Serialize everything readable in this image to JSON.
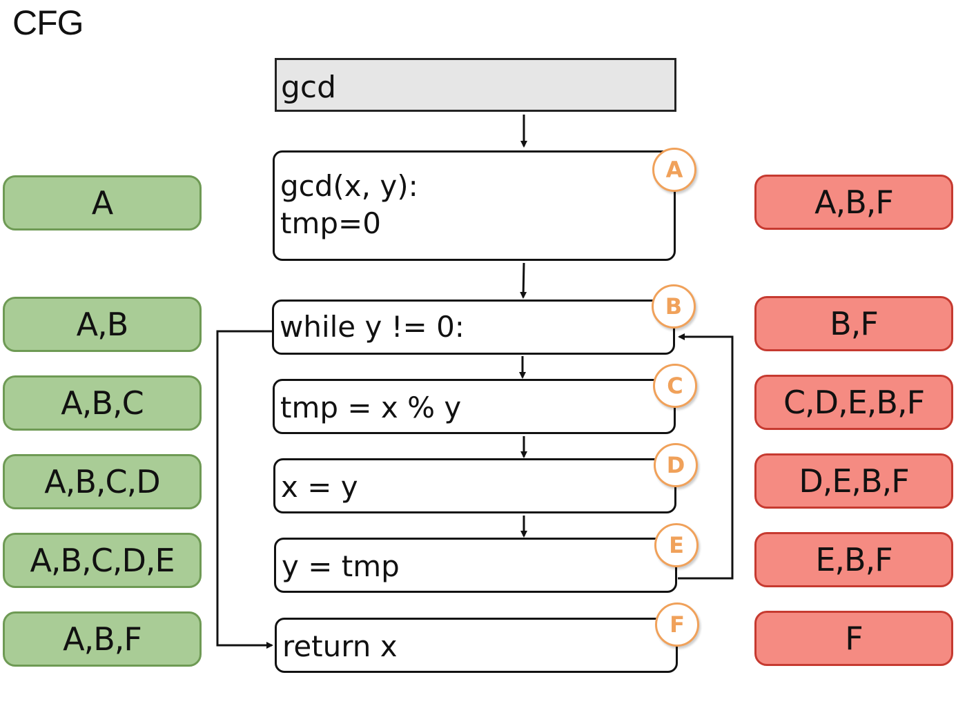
{
  "title": "CFG",
  "header": {
    "label": "gcd"
  },
  "nodes": [
    {
      "id": "A",
      "lines": [
        "gcd(x, y):",
        "tmp=0"
      ]
    },
    {
      "id": "B",
      "lines": [
        "while y != 0:"
      ]
    },
    {
      "id": "C",
      "lines": [
        "tmp = x % y"
      ]
    },
    {
      "id": "D",
      "lines": [
        "x = y"
      ]
    },
    {
      "id": "E",
      "lines": [
        "y = tmp"
      ]
    },
    {
      "id": "F",
      "lines": [
        "return x"
      ]
    }
  ],
  "left_sets": [
    "A",
    "A,B",
    "A,B,C",
    "A,B,C,D",
    "A,B,C,D,E",
    "A,B,F"
  ],
  "right_sets": [
    "A,B,F",
    "B,F",
    "C,D,E,B,F",
    "D,E,B,F",
    "E,B,F",
    "F"
  ],
  "colors": {
    "left_fill": "#a9cc96",
    "left_border": "#6e9a54",
    "right_fill": "#f58b82",
    "right_border": "#c63a30",
    "badge": "#f0a15a",
    "header_fill": "#e6e6e6"
  }
}
